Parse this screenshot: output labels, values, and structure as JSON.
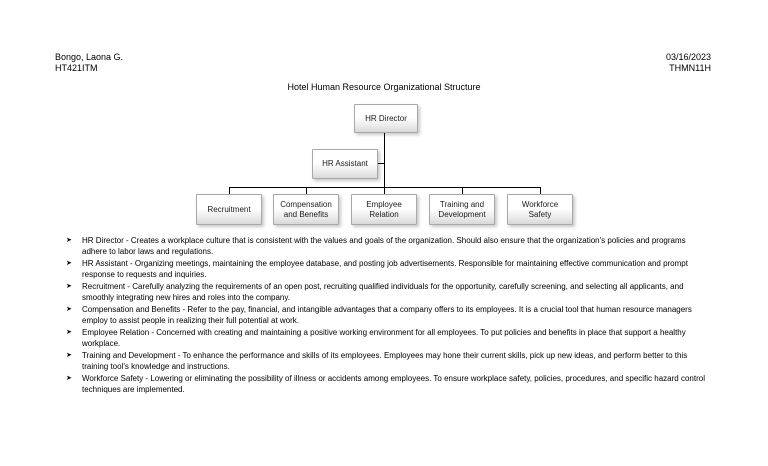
{
  "header": {
    "student_name": "Bongo, Laona G.",
    "course_code": "HT421ITM",
    "date": "03/16/2023",
    "section": "THMN11H"
  },
  "title": "Hotel Human Resource Organizational Structure",
  "org_chart": {
    "root": "HR Director",
    "assistant": "HR Assistant",
    "children": [
      "Recruitment",
      "Compensation and Benefits",
      "Employee Relation",
      "Training and Development",
      "Workforce Safety"
    ]
  },
  "bullet_glyph": "➤",
  "bullets": [
    "HR Director - Creates a workplace culture that is consistent with the values and goals of the organization. Should also ensure that the organization's policies and programs adhere to labor laws and regulations.",
    "HR Assistant - Organizing meetings, maintaining the employee database, and posting job advertisements. Responsible for maintaining effective communication and prompt response to requests and inquiries.",
    "Recruitment - Carefully analyzing the requirements of an open post, recruiting qualified individuals for the opportunity, carefully screening, and selecting all applicants, and smoothly integrating new hires and roles into the company.",
    "Compensation and Benefits - Refer to the pay, financial, and intangible advantages that a company offers to its employees. It is a crucial tool that human resource managers employ to assist people in realizing their full potential at work.",
    "Employee Relation - Concerned with creating and maintaining a positive working environment for all employees. To put policies and benefits in place that support a healthy workplace.",
    "Training and Development - To enhance the performance and skills of its employees. Employees may hone their current skills, pick up new ideas, and perform better to this training tool's knowledge and instructions.",
    "Workforce Safety - Lowering or eliminating the possibility of illness or accidents among employees. To ensure workplace safety, policies, procedures, and specific hazard control techniques are implemented."
  ],
  "colors": {
    "background": "#ffffff",
    "text": "#000000",
    "box_border": "#a8a8a8",
    "box_fill_bottom": "#d8d8d8",
    "connector": "#000000"
  }
}
